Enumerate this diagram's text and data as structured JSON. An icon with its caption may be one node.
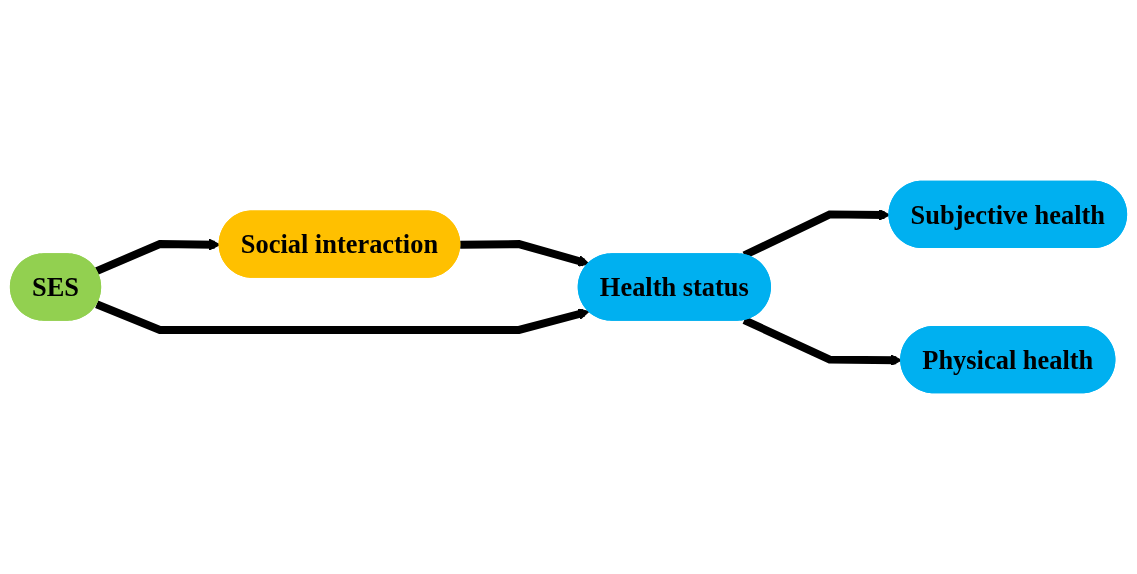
{
  "diagram": {
    "nodes": [
      {
        "text": [
          "Social interaction"
        ]
      },
      {
        "text": [
          "SES"
        ]
      },
      {
        "text": [
          "Health status"
        ]
      },
      {
        "text": [
          "Subjective health"
        ]
      },
      {
        "text": [
          "Physical health"
        ]
      }
    ],
    "edges": [
      {
        "from": 1,
        "to": 0,
        "arrow": "to"
      },
      {
        "from": 0,
        "to": 2,
        "arrow": "to"
      },
      {
        "from": 1,
        "to": 2,
        "arrow": "to"
      },
      {
        "from": 2,
        "to": 3,
        "arrow": "to"
      },
      {
        "from": 2,
        "to": 4,
        "arrow": "to"
      }
    ]
  }
}
